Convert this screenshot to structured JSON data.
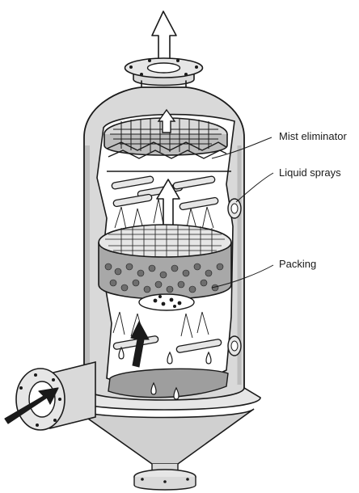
{
  "labels": {
    "mist_eliminator": "Mist eliminator",
    "liquid_sprays": "Liquid sprays",
    "packing": "Packing"
  },
  "colors": {
    "ink": "#1a1a1a",
    "vessel": "#d9d9d9",
    "vessel_shade": "#bdbdbd",
    "interior": "#ffffff",
    "liquid": "#9e9e9e",
    "gas_arrow": "#1a1a1a"
  },
  "icons": {
    "gas_outlet": "up-arrow-outline-icon",
    "gas_inlet": "right-arrow-filled-icon",
    "gas_flow": "up-arrow-filled-icon"
  }
}
